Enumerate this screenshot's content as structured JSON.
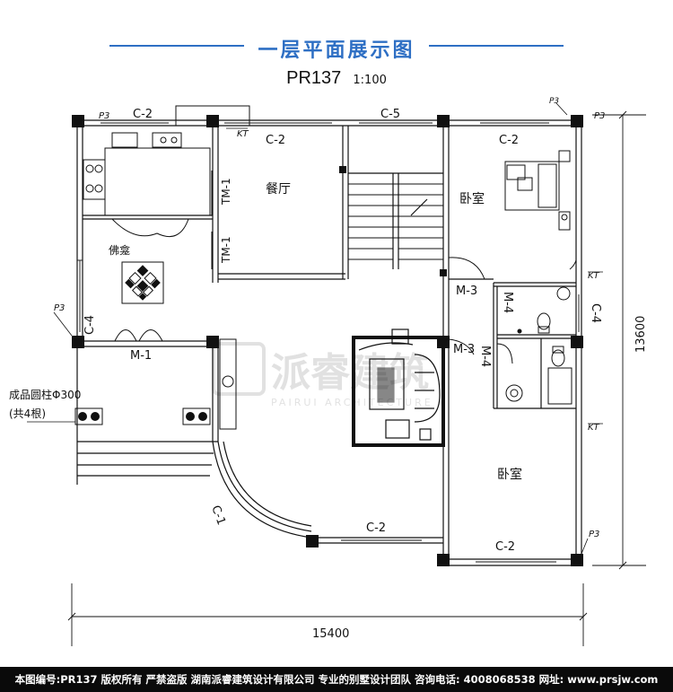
{
  "title": "一层平面展示图",
  "code": "PR137",
  "scale": "1:100",
  "rooms": {
    "dining": "餐厅",
    "bedroom_top": "卧室",
    "bedroom_bottom": "卧室",
    "shrine": "佛龛"
  },
  "windows": {
    "w_c2_topleft": "C-2",
    "w_c5_top": "C-5",
    "w_c2_kitchen": "C-2",
    "w_c2_bed_top": "C-2",
    "w_c4_left": "C-4",
    "w_c4_right": "C-4",
    "w_c2_bottom": "C-2",
    "w_c2_bed_bottom": "C-2",
    "w_c1_curve": "C-1"
  },
  "doors": {
    "m1": "M-1",
    "m3_upper": "M-3",
    "m3_lower": "M-3",
    "m4_upper": "M-4",
    "m4_lower": "M-4",
    "tm1_upper": "TM-1",
    "tm1_lower": "TM-1"
  },
  "markers": {
    "p3_top_left": "P3",
    "p3_top_right": "P3",
    "p3_left": "P3",
    "p3_bottom_right": "P3",
    "p3_top_right_small": "P3",
    "kt_top": "KT",
    "kt_right_upper": "KT",
    "kt_right_lower": "KT"
  },
  "column_note": {
    "line1": "成品圆柱Φ300",
    "line2": "(共4根)"
  },
  "dimensions": {
    "width": "15400",
    "height": "13600"
  },
  "watermark": {
    "cn": "派睿建筑",
    "en": "PAIRUI ARCHITECTURE"
  },
  "footer": "本图编号:PR137 版权所有 严禁盗版 湖南派睿建筑设计有限公司 专业的别墅设计团队 咨询电话: 4008068538 网址: www.prsjw.com",
  "colors": {
    "accent": "#2e6fc4",
    "wall": "#111111",
    "footer_bg": "#0a0a0a"
  }
}
